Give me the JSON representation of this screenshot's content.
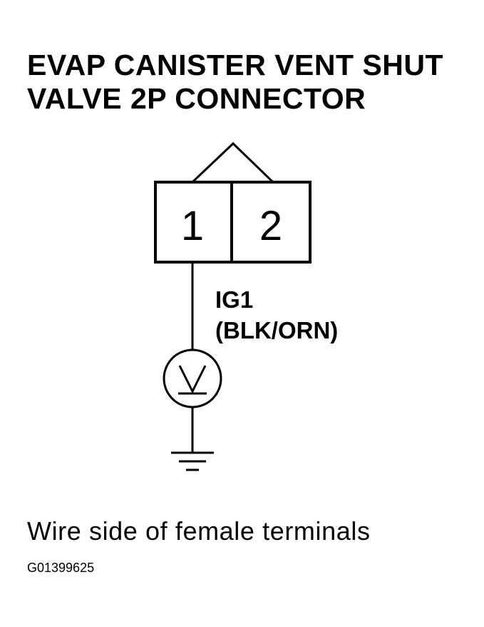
{
  "title": {
    "line1": "EVAP CANISTER VENT SHUT",
    "line2": "VALVE 2P CONNECTOR"
  },
  "connector": {
    "terminals": [
      "1",
      "2"
    ]
  },
  "wire": {
    "name": "IG1",
    "color": "(BLK/ORN)"
  },
  "meter": {
    "symbol": "voltmeter-icon"
  },
  "ground": {
    "symbol": "ground-icon"
  },
  "caption": "Wire side of female terminals",
  "code": "G01399625"
}
